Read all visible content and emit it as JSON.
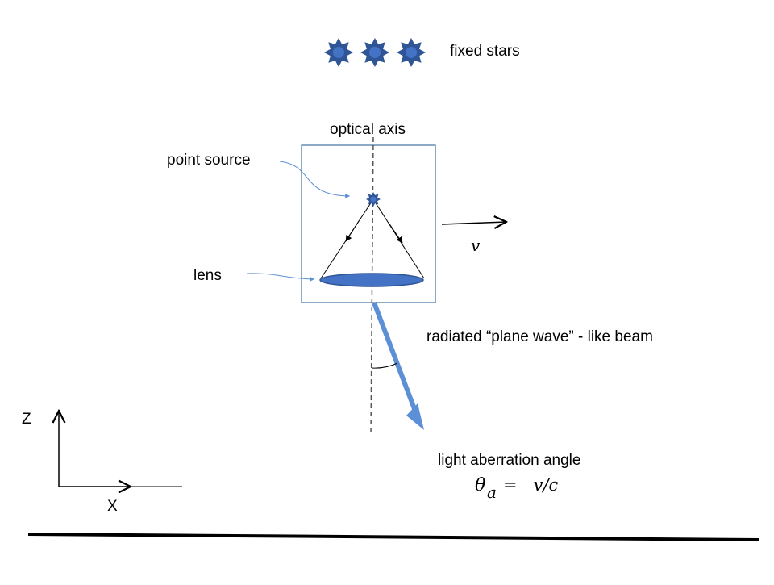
{
  "labels": {
    "fixed_stars": "fixed stars",
    "optical_axis": "optical axis",
    "point_source": "point source",
    "lens": "lens",
    "velocity": "v",
    "beam": "radiated “plane wave” - like  beam",
    "aberration_title": "light aberration angle",
    "formula_theta": "θ",
    "formula_sub": "a",
    "formula_rhs": "=   v/c",
    "axis_z": "Z",
    "axis_x": "X"
  },
  "colors": {
    "star_fill": "#2F5597",
    "star_center": "#4472C4",
    "lens_fill": "#4472C4",
    "lens_stroke": "#2F5597",
    "beam": "#5B8FD6",
    "box": "#41719C",
    "callout": "#5B8FD6",
    "ink": "#000000"
  },
  "icons": {
    "star": "eight-point-star-icon"
  }
}
